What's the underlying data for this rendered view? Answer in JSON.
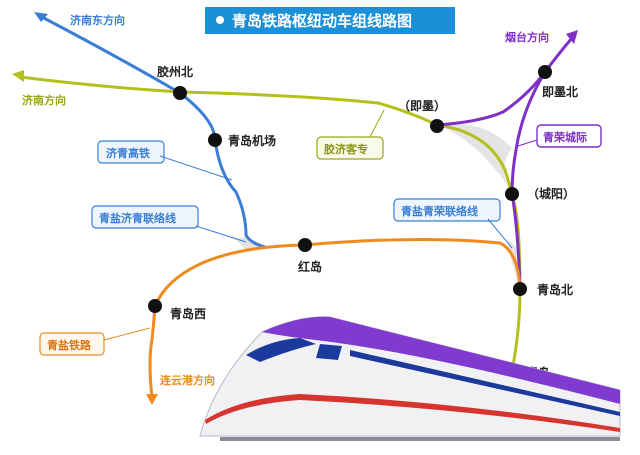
{
  "title": "青岛铁路枢纽动车组线路图",
  "colors": {
    "title_bg": "#1b8fd8",
    "jinan_east_line": "#3a7fd5",
    "jiaoji_line": "#b3c01d",
    "yanqing_line": "#ef8a1f",
    "yantai_line": "#7d2fc6",
    "qingrong_line": "#7d2fc6",
    "yanqing_link": "#b3c01d"
  },
  "stations": {
    "jiaozhoubei": "胶州北",
    "airport": "青岛机场",
    "jimo_paren": "（即墨）",
    "jimobei": "即墨北",
    "chengyang": "（城阳）",
    "hongdao": "红岛",
    "qingdaobei": "青岛北",
    "qingdaoxi": "青岛西",
    "qingdao": "青岛"
  },
  "directions": {
    "jinan_east": "济南东方向",
    "jinan": "济南方向",
    "yantai": "烟台方向",
    "lianyungang": "连云港方向"
  },
  "callouts": {
    "jiqing_hsr": "济青高铁",
    "yanqing_jiqing_link": "青盐济青联络线",
    "jiaoji_passenger": "胶济客专",
    "yanqing_qingrong_link": "青盐青荣联络线",
    "qingrong_intercity": "青荣城际",
    "qingyan_railway": "青盐铁路"
  }
}
